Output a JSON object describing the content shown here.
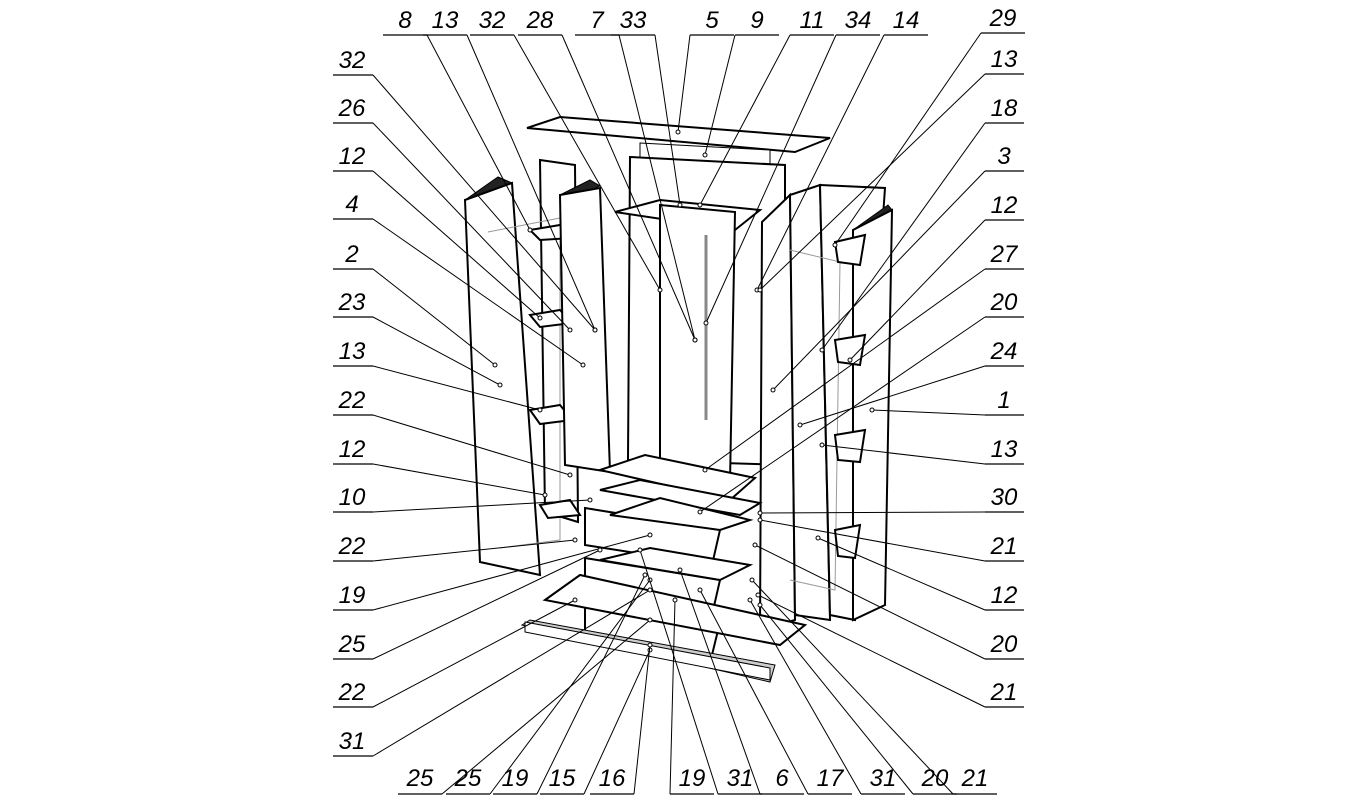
{
  "diagram": {
    "type": "exploded-assembly",
    "labels": {
      "top": [
        "8",
        "13",
        "32",
        "28",
        "7",
        "33",
        "5",
        "9",
        "11",
        "34",
        "14",
        "29"
      ],
      "left": [
        "32",
        "26",
        "12",
        "4",
        "2",
        "23",
        "13",
        "22",
        "12",
        "10",
        "22",
        "19",
        "25",
        "22",
        "31"
      ],
      "right": [
        "13",
        "18",
        "3",
        "12",
        "27",
        "20",
        "24",
        "1",
        "13",
        "30",
        "21",
        "12",
        "20",
        "21"
      ],
      "bottom": [
        "25",
        "25",
        "19",
        "15",
        "16",
        "19",
        "31",
        "6",
        "17",
        "31",
        "20",
        "21"
      ]
    }
  }
}
